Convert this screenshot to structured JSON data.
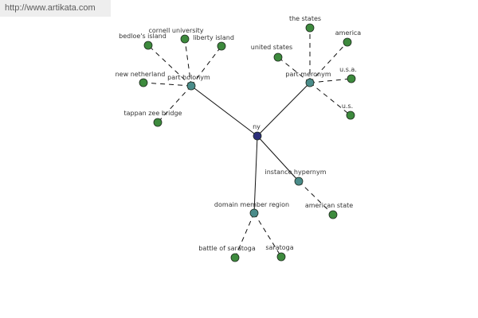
{
  "banner": {
    "url": "http://www.artikata.com"
  },
  "colors": {
    "root_node": "#2c2f7a",
    "relation_node": "#4a8c8a",
    "leaf_node": "#3d8a3d",
    "edge": "#111111",
    "banner_bg": "#eeeeee"
  },
  "graph": {
    "root": {
      "id": "ny",
      "label": "ny"
    },
    "relations": [
      {
        "id": "part-holonym",
        "label": "part holonym"
      },
      {
        "id": "part-meronym",
        "label": "part meronym"
      },
      {
        "id": "instance-hypernym",
        "label": "instance hypernym"
      },
      {
        "id": "domain-member-region",
        "label": "domain member region"
      }
    ],
    "leaves": [
      {
        "id": "bedloes-island",
        "label": "bedloe's island",
        "relation": "part-holonym"
      },
      {
        "id": "cornell-university",
        "label": "cornell university",
        "relation": "part-holonym"
      },
      {
        "id": "liberty-island",
        "label": "liberty island",
        "relation": "part-holonym"
      },
      {
        "id": "new-netherland",
        "label": "new netherland",
        "relation": "part-holonym"
      },
      {
        "id": "tappan-zee-bridge",
        "label": "tappan zee bridge",
        "relation": "part-holonym"
      },
      {
        "id": "the-states",
        "label": "the states",
        "relation": "part-meronym"
      },
      {
        "id": "america",
        "label": "america",
        "relation": "part-meronym"
      },
      {
        "id": "united-states",
        "label": "united states",
        "relation": "part-meronym"
      },
      {
        "id": "usa",
        "label": "u.s.a.",
        "relation": "part-meronym"
      },
      {
        "id": "us",
        "label": "u.s.",
        "relation": "part-meronym"
      },
      {
        "id": "american-state",
        "label": "american state",
        "relation": "instance-hypernym"
      },
      {
        "id": "battle-of-saratoga",
        "label": "battle of saratoga",
        "relation": "domain-member-region"
      },
      {
        "id": "saratoga",
        "label": "saratoga",
        "relation": "domain-member-region"
      }
    ]
  }
}
